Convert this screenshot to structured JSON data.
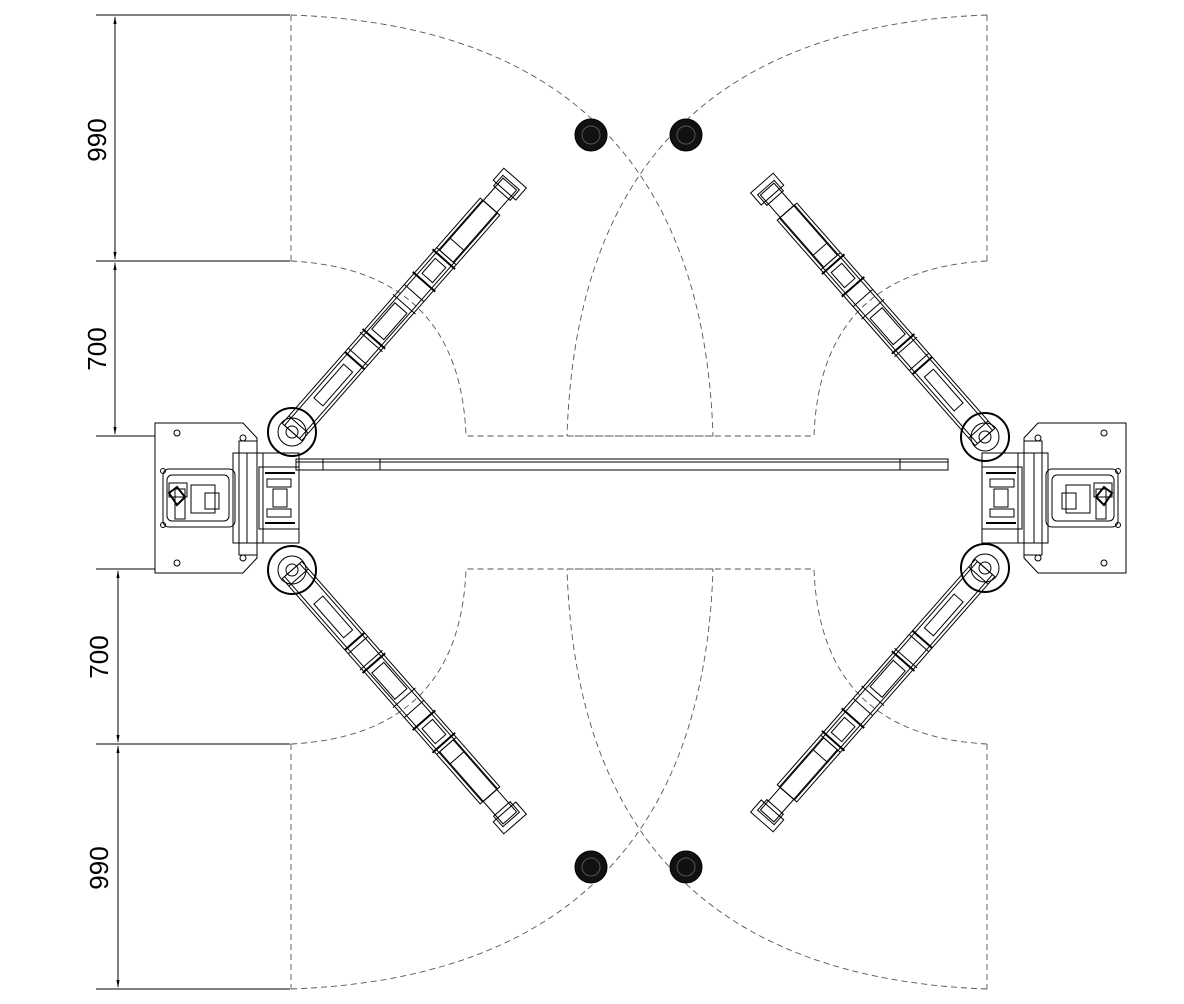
{
  "dimensions": {
    "top_outer": "990",
    "top_inner": "700",
    "bottom_inner": "700",
    "bottom_outer": "990"
  },
  "icons": {
    "post": "lift-post-icon",
    "arm": "lift-arm-icon",
    "pad": "lift-pad-icon"
  }
}
